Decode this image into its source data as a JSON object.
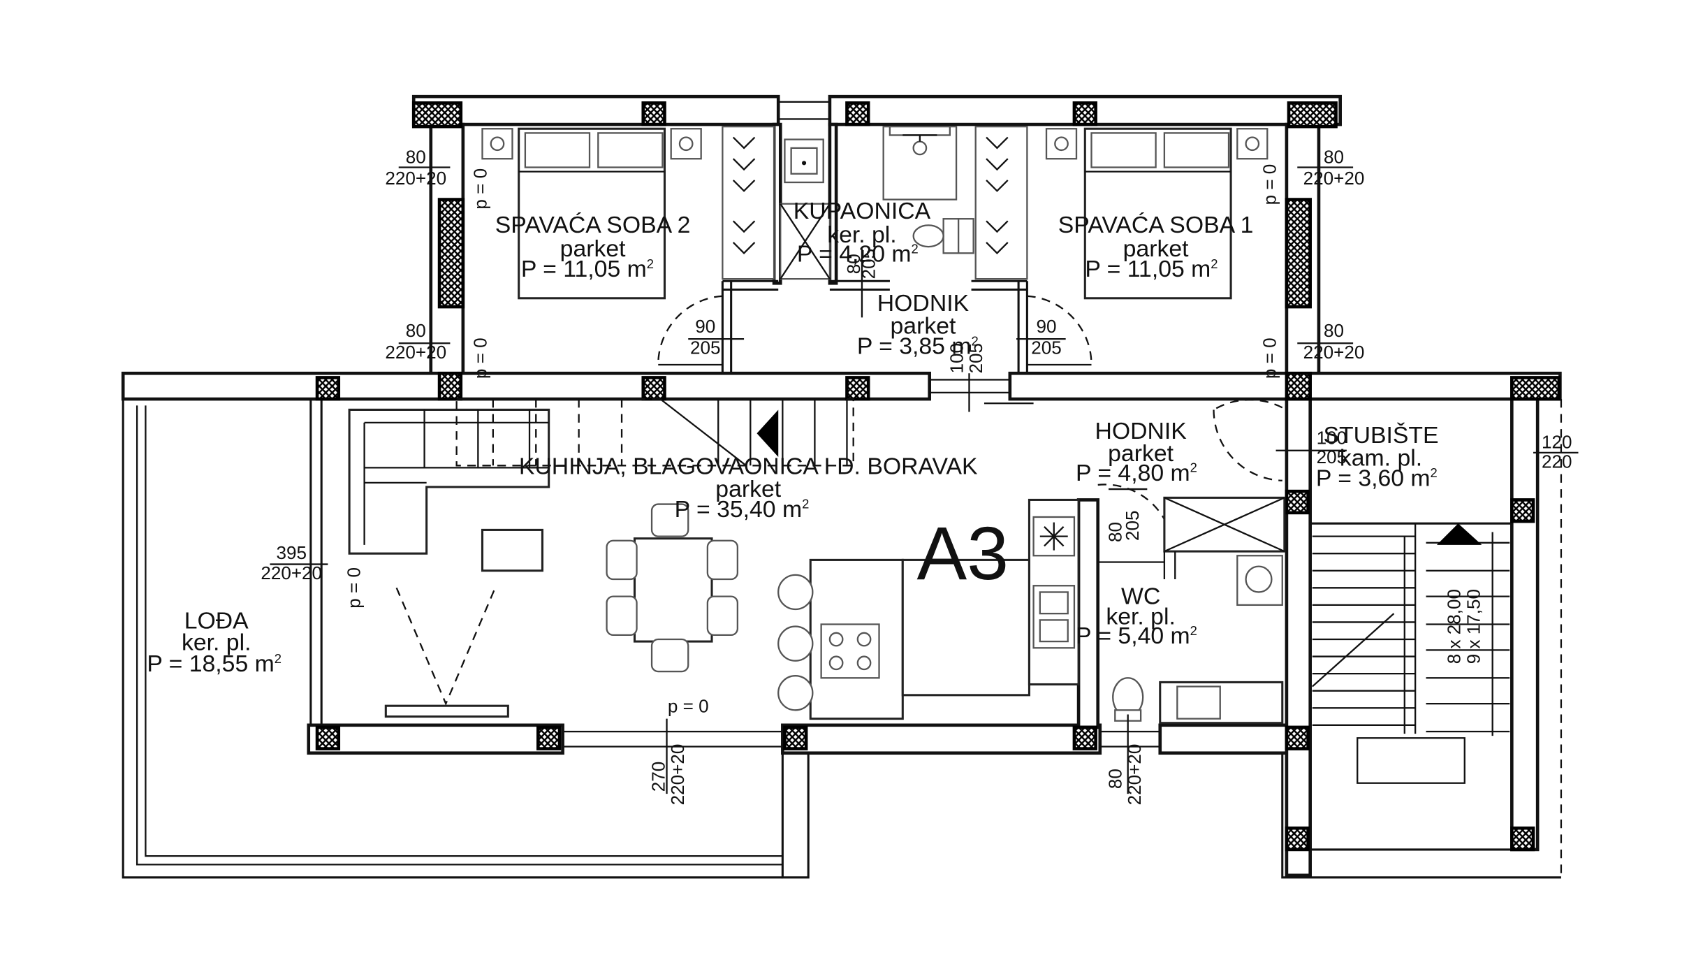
{
  "plan": {
    "unit_label": "A3",
    "rooms": {
      "bedroom2": {
        "name": "SPAVAĆA SOBA 2",
        "floor": "parket",
        "area": "P = 11,05 m",
        "sup": "2"
      },
      "bathroom": {
        "name": "KUPAONICA",
        "floor": "ker. pl.",
        "area": "P = 4,20 m",
        "sup": "2"
      },
      "bedroom1": {
        "name": "SPAVAĆA SOBA 1",
        "floor": "parket",
        "area": "P = 11,05 m",
        "sup": "2"
      },
      "hall_upper": {
        "name": "HODNIK",
        "floor": "parket",
        "area": "P = 3,85 m",
        "sup": "2"
      },
      "hall_lower": {
        "name": "HODNIK",
        "floor": "parket",
        "area": "P = 4,80 m",
        "sup": "2"
      },
      "staircase": {
        "name": "STUBIŠTE",
        "floor": "kam. pl.",
        "area": "P = 3,60 m",
        "sup": "2"
      },
      "living": {
        "name": "KUHINJA, BLAGOVAONICA I D. BORAVAK",
        "floor": "parket",
        "area": "P = 35,40 m",
        "sup": "2"
      },
      "wc": {
        "name": "WC",
        "floor": "ker. pl.",
        "area": "P = 5,40 m",
        "sup": "2"
      },
      "loggia": {
        "name": "LOĐA",
        "floor": "ker. pl.",
        "area": "P = 18,55 m",
        "sup": "2"
      }
    },
    "dims": {
      "win_b2_top_w": "80",
      "win_b2_top_h": "220+20",
      "win_b2_top_p": "p = 0",
      "win_b2_bot_w": "80",
      "win_b2_bot_h": "220+20",
      "win_b2_bot_p": "p = 0",
      "win_b1_top_w": "80",
      "win_b1_top_h": "220+20",
      "win_b1_top_p": "p = 0",
      "win_b1_bot_w": "80",
      "win_b1_bot_h": "220+20",
      "win_b1_bot_p": "p = 0",
      "door_b2_w": "90",
      "door_b2_h": "205",
      "door_b1_w": "90",
      "door_b1_h": "205",
      "door_bath_w": "80",
      "door_bath_h": "205",
      "door_hall_w": "100",
      "door_hall_h": "205",
      "door_entry_w": "100",
      "door_entry_h": "205",
      "door_wc_w": "80",
      "door_wc_h": "205",
      "stair_win_w": "120",
      "stair_win_h": "220",
      "loggia_door_w": "395",
      "loggia_door_h": "220+20",
      "loggia_door_p": "p = 0",
      "south_win_w": "270",
      "south_win_h": "220+20",
      "south_win_p": "p = 0",
      "wc_win_w": "80",
      "wc_win_h": "220+20",
      "stair_rise": "8 x 28,00",
      "stair_run": "9 x 17,50"
    }
  }
}
